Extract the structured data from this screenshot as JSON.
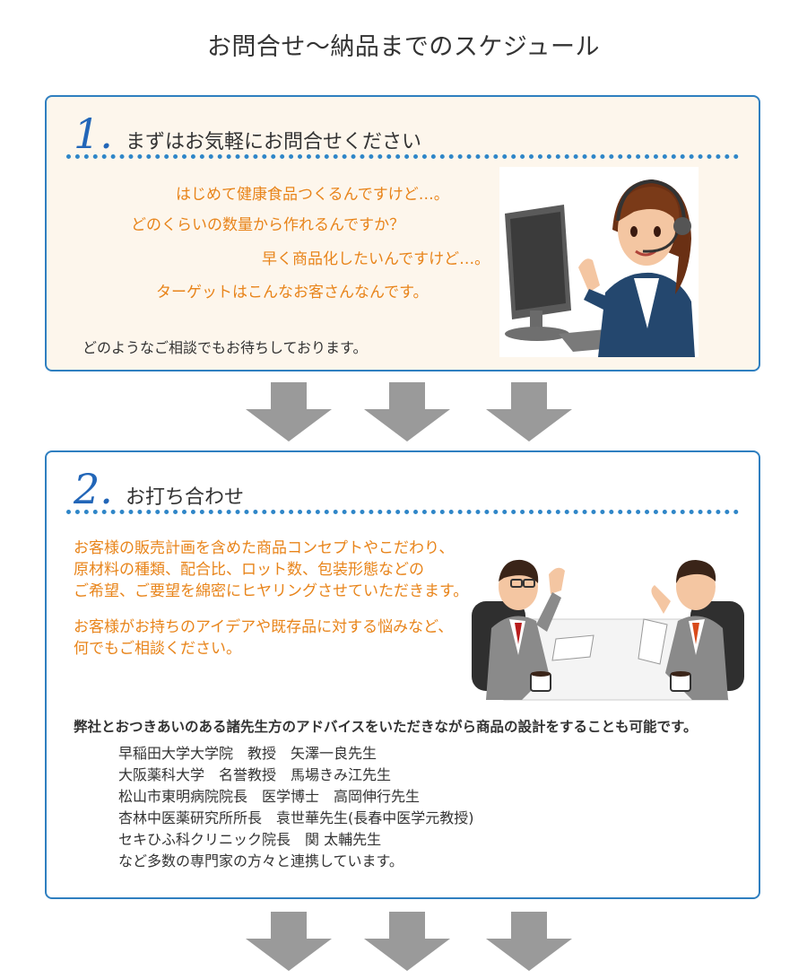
{
  "page": {
    "title": "お問合せ〜納品までのスケジュール"
  },
  "steps": [
    {
      "number": "1.",
      "title": "まずはお気軽にお問合せください",
      "questions": [
        "はじめて健康食品つくるんですけど…。",
        "どのくらいの数量から作れるんですか？",
        "早く商品化したいんですけど…。",
        "ターゲットはこんなお客さんなんです。"
      ],
      "closing": "どのようなご相談でもお待ちしております。"
    },
    {
      "number": "2.",
      "title": "お打ち合わせ",
      "lines_a": [
        "お客様の販売計画を含めた商品コンセプトやこだわり、",
        "原材料の種類、配合比、ロット数、包装形態などの",
        "ご希望、ご要望を綿密にヒヤリングさせていただきます。"
      ],
      "lines_b": [
        "お客様がお持ちのアイデアや既存品に対する悩みなど、",
        "何でもご相談ください。"
      ],
      "advisory_intro": "弊社とおつきあいのある諸先生方のアドバイスをいただきながら商品の設計をすることも可能です。",
      "advisors": [
        "早稲田大学大学院　教授　矢澤一良先生",
        "大阪薬科大学　名誉教授　馬場きみ江先生",
        "松山市東明病院院長　医学博士　高岡伸行先生",
        "杏林中医薬研究所所長　袁世華先生(長春中医学元教授)",
        "セキひふ科クリニック院長　関 太輔先生",
        "など多数の専門家の方々と連携しています。"
      ]
    }
  ],
  "colors": {
    "border": "#2f7fc0",
    "number": "#2266b8",
    "orange_text": "#e8841a",
    "arrow": "#9a9a9a",
    "box1_bg": "#fdf6ec"
  },
  "icons": [
    "down-arrow-icon",
    "operator-illustration",
    "meeting-illustration"
  ]
}
